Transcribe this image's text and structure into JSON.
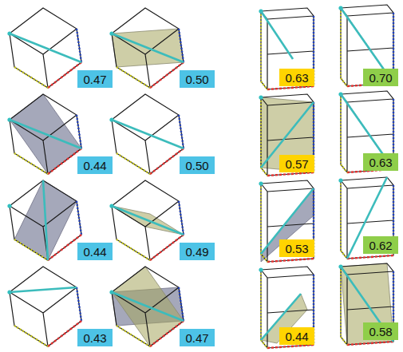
{
  "diagram": {
    "nodes": [
      {
        "text": [
          "0.47"
        ]
      },
      {
        "text": [
          "0.50"
        ]
      },
      {
        "text": [
          "0.63"
        ]
      },
      {
        "text": [
          "0.70"
        ]
      },
      {
        "text": [
          "0.44"
        ]
      },
      {
        "text": [
          "0.50"
        ]
      },
      {
        "text": [
          "0.57"
        ]
      },
      {
        "text": [
          "0.63"
        ]
      },
      {
        "text": [
          "0.44"
        ]
      },
      {
        "text": [
          "0.49"
        ]
      },
      {
        "text": [
          "0.53"
        ]
      },
      {
        "text": [
          "0.62"
        ]
      },
      {
        "text": [
          "0.43"
        ]
      },
      {
        "text": [
          "0.47"
        ]
      },
      {
        "text": [
          "0.44"
        ]
      },
      {
        "text": [
          "0.58"
        ]
      }
    ]
  }
}
